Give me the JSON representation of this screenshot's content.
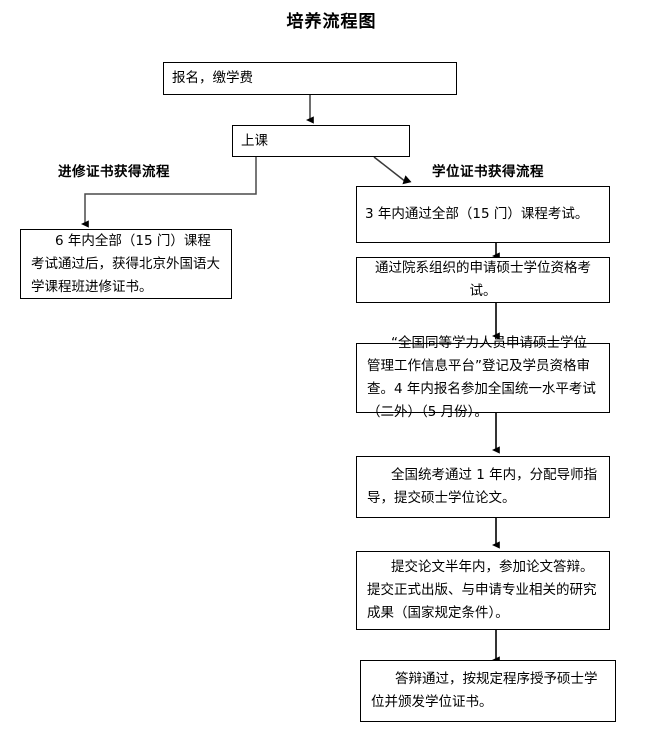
{
  "page": {
    "title": "培养流程图",
    "background": "#ffffff",
    "line_color": "#000000",
    "text_color": "#000000"
  },
  "flow": {
    "start_nodes": [
      {
        "id": "apply",
        "text": "报名，缴学费"
      },
      {
        "id": "class",
        "text": "上课"
      }
    ],
    "branches": [
      {
        "id": "certificate-branch",
        "label": "进修证书获得流程",
        "nodes": [
          {
            "id": "cert-1",
            "text": "6 年内全部（15 门）课程考试通过后，获得北京外国语大学课程班进修证书。"
          }
        ]
      },
      {
        "id": "degree-branch",
        "label": "学位证书获得流程",
        "nodes": [
          {
            "id": "deg-1",
            "text": "3 年内通过全部（15 门）课程考试。"
          },
          {
            "id": "deg-2",
            "text": "通过院系组织的申请硕士学位资格考试。"
          },
          {
            "id": "deg-3",
            "text": "“全国同等学力人员申请硕士学位管理工作信息平台”登记及学员资格审查。4 年内报名参加全国统一水平考试（二外）（5 月份）。"
          },
          {
            "id": "deg-4",
            "text": "全国统考通过 1 年内，分配导师指导，提交硕士学位论文。"
          },
          {
            "id": "deg-5",
            "text": "提交论文半年内，参加论文答辩。提交正式出版、与申请专业相关的研究成果（国家规定条件）。"
          },
          {
            "id": "deg-6",
            "text": "答辩通过，按规定程序授予硕士学位并颁发学位证书。"
          }
        ]
      }
    ]
  },
  "connectors": [
    {
      "id": "apply-to-class",
      "kind": "arrow-down"
    },
    {
      "id": "class-to-cert",
      "kind": "elbow-left-arrow-down"
    },
    {
      "id": "class-to-deg1",
      "kind": "diagonal-arrow"
    },
    {
      "id": "deg1-to-deg2",
      "kind": "arrow-down"
    },
    {
      "id": "deg2-to-deg3",
      "kind": "arrow-down"
    },
    {
      "id": "deg3-to-deg4",
      "kind": "arrow-down"
    },
    {
      "id": "deg4-to-deg5",
      "kind": "arrow-down"
    },
    {
      "id": "deg5-to-deg6",
      "kind": "arrow-down"
    }
  ]
}
